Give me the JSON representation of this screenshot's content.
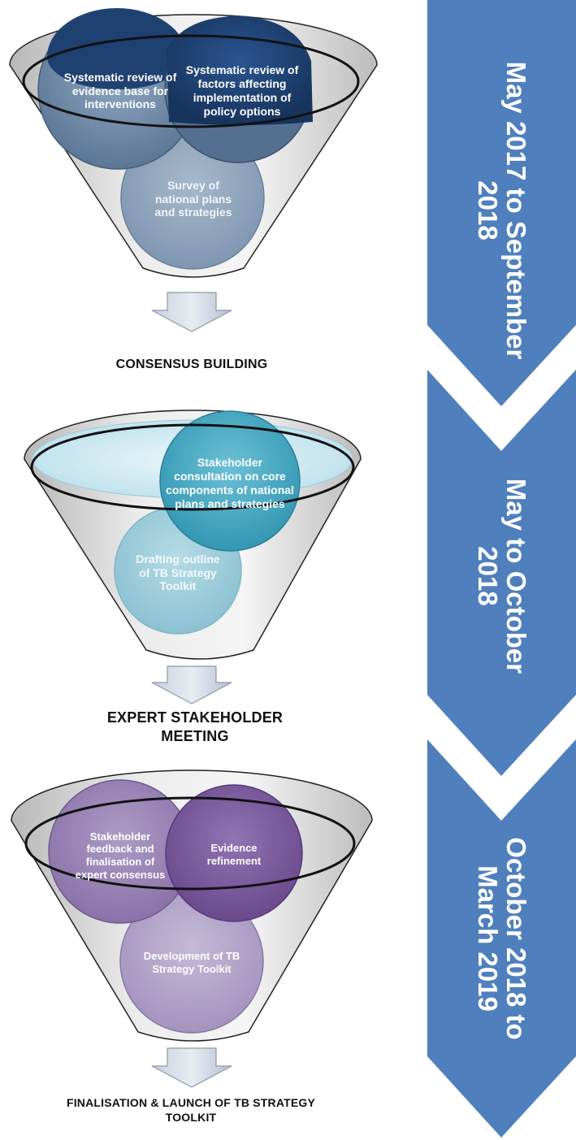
{
  "stage1": {
    "bubbles": [
      "Systematic review of evidence base for interventions",
      "Systematic review of factors affecting implementation of policy options",
      "Survey of national plans and strategies"
    ],
    "label": "CONSENSUS BUILDING",
    "colors": {
      "dark": "#1f3f6e",
      "mid": "#6d86a3",
      "light": "#8fa4bb"
    }
  },
  "stage2": {
    "bubbles": [
      "Stakeholder consultation on core components of national plans and strategies",
      "Drafting outline of TB Strategy Toolkit"
    ],
    "label": "EXPERT STAKEHOLDER MEETING",
    "colors": {
      "dark": "#3fa3bf",
      "light": "#9bcbd9"
    }
  },
  "stage3": {
    "bubbles": [
      "Stakeholder feedback and finalisation of expert consensus",
      "Evidence refinement",
      "Development of TB Strategy Toolkit"
    ],
    "label": "FINALISATION & LAUNCH OF TB STRATEGY TOOLKIT",
    "colors": {
      "dark": "#7b5a9c",
      "mid": "#9a84b3",
      "light": "#b5a6c8"
    }
  },
  "timeline": {
    "periods": [
      "May 2017 to September 2018",
      "May to October 2018",
      "October 2018 to March 2019"
    ],
    "color": "#4f7fbd"
  }
}
